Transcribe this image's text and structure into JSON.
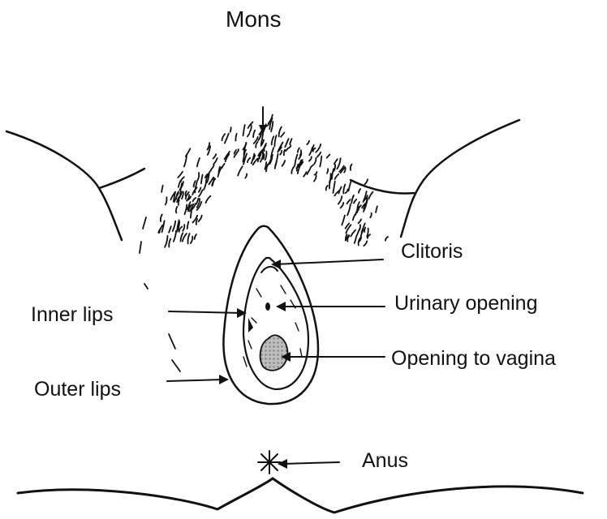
{
  "title": "Mons",
  "labels": {
    "clitoris": "Clitoris",
    "urinary_opening": "Urinary opening",
    "inner_lips": "Inner lips",
    "opening_to_vagina": "Opening to vagina",
    "outer_lips": "Outer lips",
    "anus": "Anus"
  },
  "colors": {
    "ink": "#111111",
    "vaginal_opening_fill": "#bdbdbd",
    "background": "#ffffff"
  }
}
